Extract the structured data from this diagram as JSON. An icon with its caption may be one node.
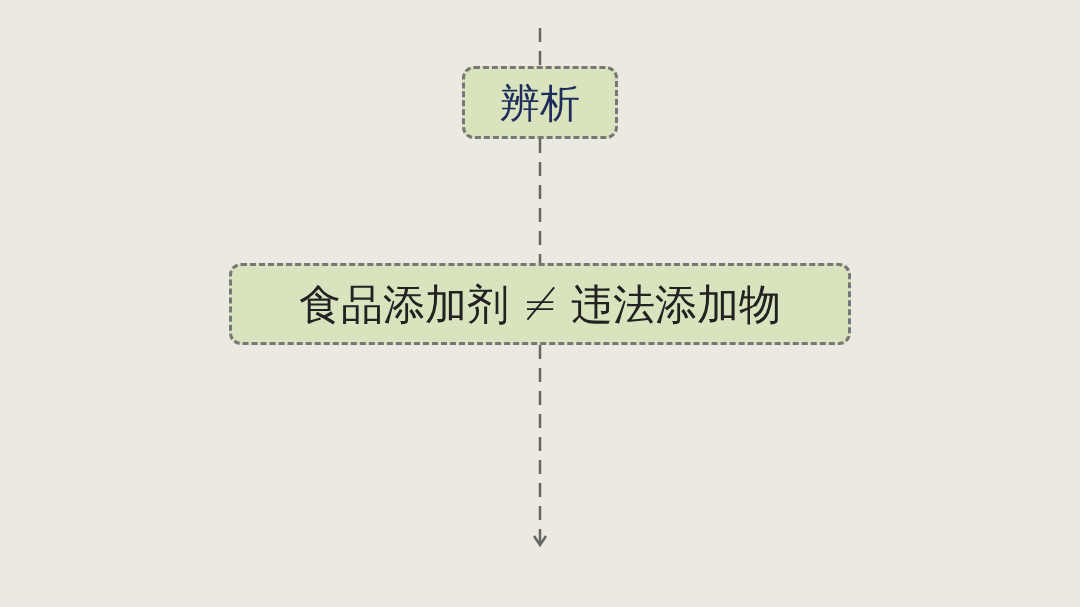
{
  "diagram": {
    "nodes": [
      {
        "text": [
          "辨析"
        ]
      },
      {
        "text": [
          "食品添加剂 ≠ 违法添加物"
        ]
      }
    ],
    "edges": [
      {
        "from": null,
        "to": 0,
        "arrow": "none",
        "style": "dashed"
      },
      {
        "from": 0,
        "to": 1,
        "arrow": "none",
        "style": "dashed"
      },
      {
        "from": 1,
        "to": null,
        "arrow": "to",
        "style": "dashed"
      }
    ]
  }
}
